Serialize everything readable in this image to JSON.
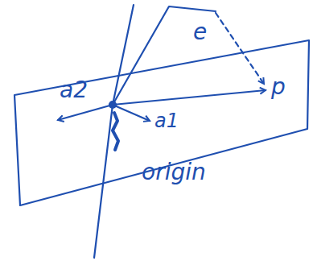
{
  "diagram": {
    "labels": [
      "a2",
      "a1",
      "p",
      "e",
      "origin"
    ]
  }
}
